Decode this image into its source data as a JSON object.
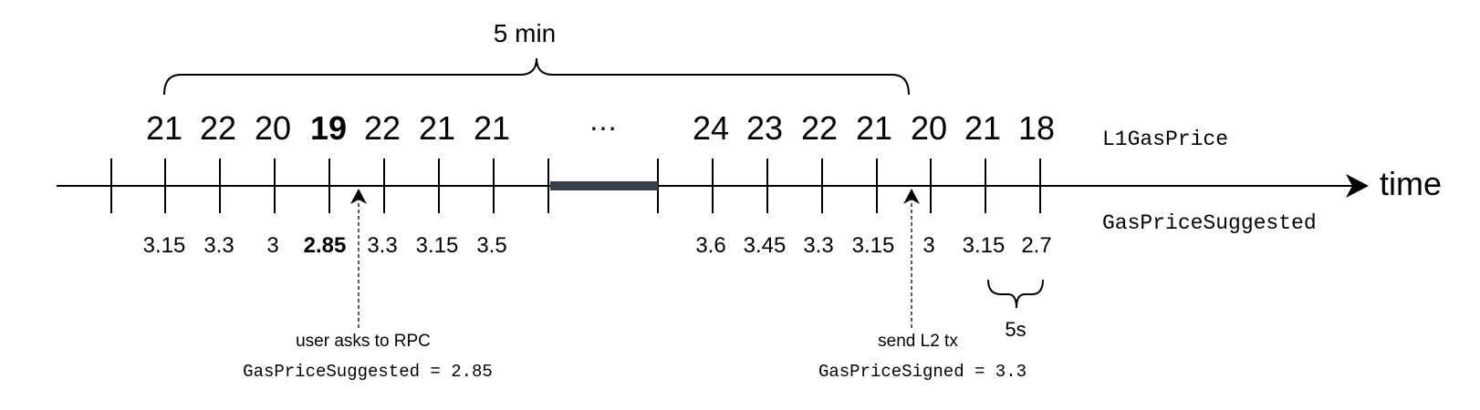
{
  "span_label": "5 min",
  "l1_values": [
    "21",
    "22",
    "20",
    "19",
    "22",
    "21",
    "21",
    "24",
    "23",
    "22",
    "21",
    "20",
    "21",
    "18"
  ],
  "ellipsis": "…",
  "series_label_top": "L1GasPrice",
  "series_label_bottom": "GasPriceSuggested",
  "axis_label": "time",
  "suggested_values": [
    "3.15",
    "3.3",
    "3",
    "2.85",
    "3.3",
    "3.15",
    "3.5",
    "3.6",
    "3.45",
    "3.3",
    "3.15",
    "3",
    "3.15",
    "2.7"
  ],
  "highlighted_index": 3,
  "interval_label": "5s",
  "annotation_left": {
    "caption": "user asks to RPC",
    "formula": "GasPriceSuggested = 2.85"
  },
  "annotation_right": {
    "caption": "send L2 tx",
    "formula": "GasPriceSigned = 3.3"
  },
  "colors": {
    "line": "#000000",
    "gap_bar": "#36414d",
    "text": "#000000"
  }
}
